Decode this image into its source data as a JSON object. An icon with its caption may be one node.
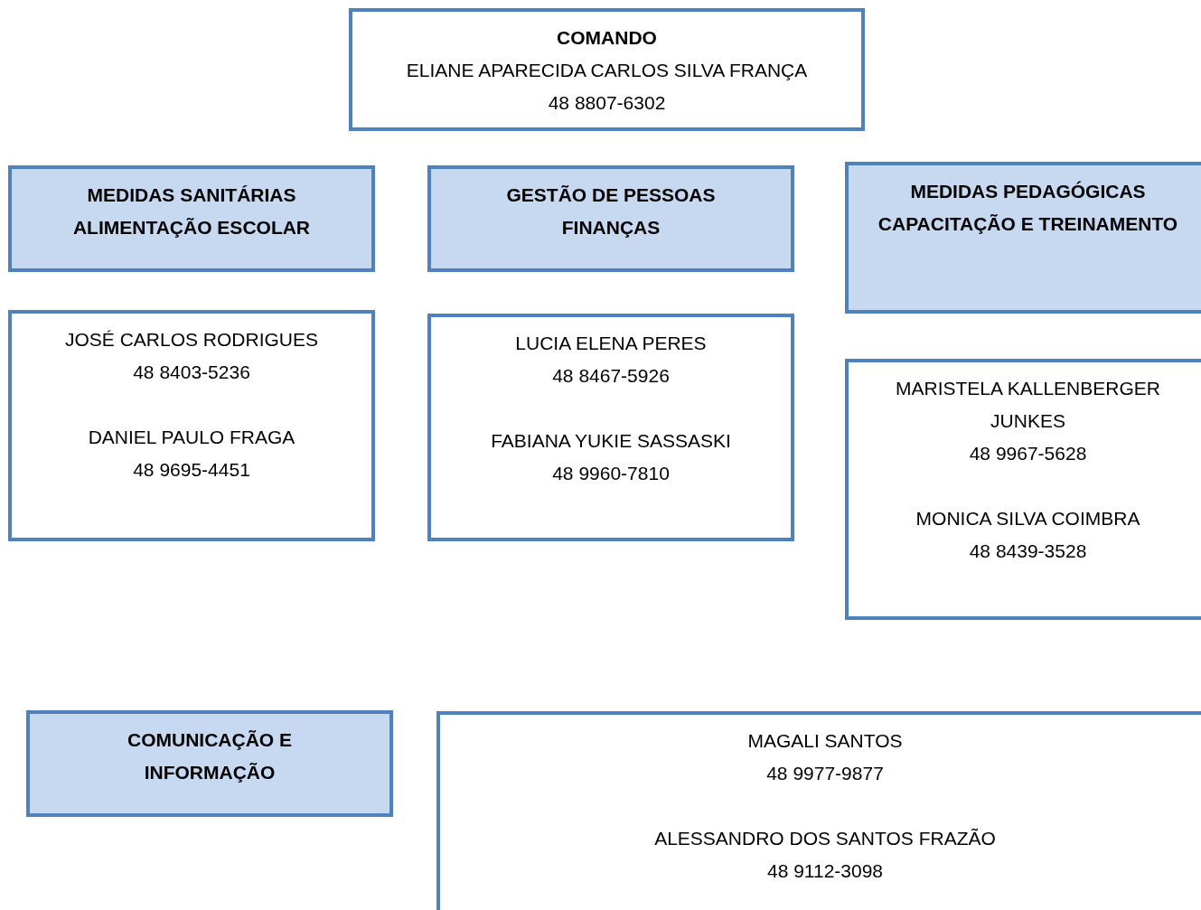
{
  "diagram": {
    "nodes": [
      {
        "text": [
          "COMANDO",
          "ELIANE APARECIDA CARLOS SILVA FRANÇA",
          "48 8807-6302"
        ]
      },
      {
        "text": [
          "MEDIDAS SANITÁRIAS",
          "ALIMENTAÇÃO ESCOLAR"
        ]
      },
      {
        "text": [
          "GESTÃO DE PESSOAS",
          "FINANÇAS"
        ]
      },
      {
        "text": [
          "MEDIDAS PEDAGÓGICAS",
          "CAPACITAÇÃO E TREINAMENTO"
        ]
      },
      {
        "text": [
          "JOSÉ CARLOS RODRIGUES",
          "48 8403-5236",
          "DANIEL PAULO FRAGA",
          "48 9695-4451"
        ]
      },
      {
        "text": [
          "LUCIA ELENA PERES",
          "48 8467-5926",
          "FABIANA YUKIE SASSASKI",
          "48 9960-7810"
        ]
      },
      {
        "text": [
          "MARISTELA KALLENBERGER JUNKES",
          "48 9967-5628",
          "MONICA SILVA COIMBRA",
          "48 8439-3528"
        ]
      },
      {
        "text": [
          "COMUNICAÇÃO E INFORMAÇÃO"
        ]
      },
      {
        "text": [
          "MAGALI SANTOS",
          "48 9977-9877",
          "ALESSANDRO DOS SANTOS FRAZÃO",
          "48 9112-3098"
        ]
      }
    ]
  }
}
